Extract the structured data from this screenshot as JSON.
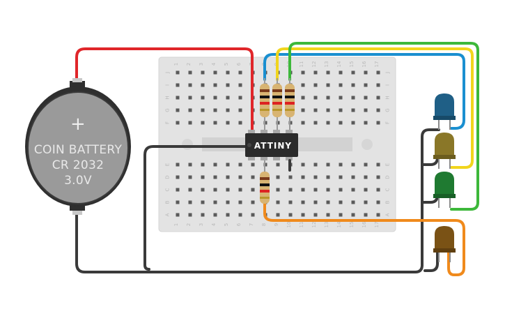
{
  "battery": {
    "line1": "COIN BATTERY",
    "line2": "CR 2032",
    "line3": "3.0V",
    "plus_symbol": "+"
  },
  "chip": {
    "label": "ATTINY"
  },
  "breadboard": {
    "letters_top": [
      "J",
      "I",
      "H",
      "G",
      "F"
    ],
    "letters_bottom": [
      "E",
      "D",
      "C",
      "B",
      "A"
    ],
    "columns": [
      "1",
      "2",
      "3",
      "4",
      "5",
      "6",
      "7",
      "8",
      "9",
      "10",
      "11",
      "12",
      "13",
      "14",
      "15",
      "16",
      "17"
    ]
  },
  "leds": [
    {
      "name": "led-blue",
      "color": "#1f5f86"
    },
    {
      "name": "led-yellow",
      "color": "#8a7728"
    },
    {
      "name": "led-green",
      "color": "#1f7a31"
    },
    {
      "name": "led-orange",
      "color": "#7a5215"
    }
  ],
  "wire_colors": {
    "red": "#e0262a",
    "black": "#3a3a3a",
    "blue": "#1a8fd0",
    "yellow": "#f1d51c",
    "green": "#3db83a",
    "orange": "#f08a1c"
  }
}
